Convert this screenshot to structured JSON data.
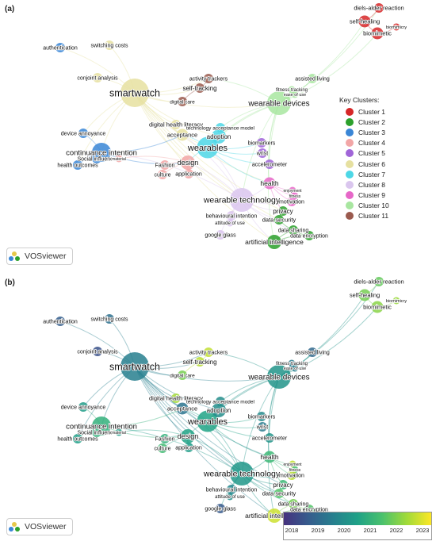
{
  "panels": [
    {
      "label": "(a)",
      "mode": "cluster",
      "badge": "VOSviewer"
    },
    {
      "label": "(b)",
      "mode": "year",
      "badge": "VOSviewer"
    }
  ],
  "legend": {
    "title": "Key Clusters:",
    "items": [
      {
        "label": "Cluster 1",
        "color": "#d62728"
      },
      {
        "label": "Cluster 2",
        "color": "#2ca02c"
      },
      {
        "label": "Cluster 3",
        "color": "#3a86d6"
      },
      {
        "label": "Cluster 4",
        "color": "#f2a6a6"
      },
      {
        "label": "Cluster 5",
        "color": "#a065d8"
      },
      {
        "label": "Cluster 6",
        "color": "#e6e0a0"
      },
      {
        "label": "Cluster 7",
        "color": "#4dd7e6"
      },
      {
        "label": "Cluster 8",
        "color": "#dac6ee"
      },
      {
        "label": "Cluster 9",
        "color": "#e667c8"
      },
      {
        "label": "Cluster 10",
        "color": "#a8e6a0"
      },
      {
        "label": "Cluster 11",
        "color": "#9a5a4e"
      }
    ]
  },
  "year_scale": {
    "ticks": [
      "2018",
      "2019",
      "2020",
      "2021",
      "2022",
      "2023"
    ],
    "colors": [
      "#46327e",
      "#365c8d",
      "#277f8e",
      "#1fa187",
      "#4ac16d",
      "#a0da39",
      "#fde725"
    ]
  },
  "chart_data": {
    "type": "network",
    "nodes": [
      {
        "id": "smartwatch",
        "label": "smartwatch",
        "cluster": 6,
        "year": 2019.6,
        "weight": 10
      },
      {
        "id": "wearable_devices",
        "label": "wearable devices",
        "cluster": 10,
        "year": 2020.2,
        "weight": 8
      },
      {
        "id": "wearable_technology",
        "label": "wearable technology",
        "cluster": 8,
        "year": 2020.3,
        "weight": 8
      },
      {
        "id": "wearables",
        "label": "wearables",
        "cluster": 7,
        "year": 2020.6,
        "weight": 7
      },
      {
        "id": "continuance_intention",
        "label": "continuance intention",
        "cluster": 3,
        "year": 2021.0,
        "weight": 6
      },
      {
        "id": "diels_alder",
        "label": "diels-alder reaction",
        "cluster": 1,
        "year": 2021.8,
        "weight": 2
      },
      {
        "id": "self_healing",
        "label": "self-healing",
        "cluster": 1,
        "year": 2022.0,
        "weight": 3
      },
      {
        "id": "biomimetic",
        "label": "biomimetic",
        "cluster": 1,
        "year": 2022.2,
        "weight": 3
      },
      {
        "id": "biomimicry",
        "label": "biomimicry",
        "cluster": 1,
        "year": 2022.4,
        "weight": 1
      },
      {
        "id": "authentication",
        "label": "authentication",
        "cluster": 3,
        "year": 2018.7,
        "weight": 2
      },
      {
        "id": "switching_costs",
        "label": "switching costs",
        "cluster": 6,
        "year": 2019.2,
        "weight": 2
      },
      {
        "id": "conjoint_analysis",
        "label": "conjoint analysis",
        "cluster": 6,
        "year": 2018.4,
        "weight": 2
      },
      {
        "id": "activity_trackers",
        "label": "activity trackers",
        "cluster": 11,
        "year": 2022.8,
        "weight": 2
      },
      {
        "id": "self_tracking",
        "label": "self-tracking",
        "cluster": 11,
        "year": 2022.7,
        "weight": 2
      },
      {
        "id": "digital_care",
        "label": "digital care",
        "cluster": 11,
        "year": 2022.0,
        "weight": 2
      },
      {
        "id": "assisted_living",
        "label": "assisted living",
        "cluster": 10,
        "year": 2019.0,
        "weight": 2
      },
      {
        "id": "fitness_tracking",
        "label": "fitness tracking",
        "cluster": 10,
        "year": 2019.5,
        "weight": 1
      },
      {
        "id": "ease_of_use",
        "label": "ease of use",
        "cluster": 10,
        "year": 2019.6,
        "weight": 1
      },
      {
        "id": "digital_health_literacy",
        "label": "digital health literacy",
        "cluster": 6,
        "year": 2022.5,
        "weight": 2
      },
      {
        "id": "technology_acceptance_model",
        "label": "technology acceptance model",
        "cluster": 7,
        "year": 2020.0,
        "weight": 2
      },
      {
        "id": "acceptance",
        "label": "acceptance",
        "cluster": 6,
        "year": 2019.3,
        "weight": 3
      },
      {
        "id": "adoption",
        "label": "adoption",
        "cluster": 7,
        "year": 2020.0,
        "weight": 4
      },
      {
        "id": "device_annoyance",
        "label": "device annoyance",
        "cluster": 3,
        "year": 2020.4,
        "weight": 2
      },
      {
        "id": "social_influence",
        "label": "Social influence",
        "cluster": 3,
        "year": 2021.0,
        "weight": 2
      },
      {
        "id": "material",
        "label": "material",
        "cluster": 4,
        "year": 2020.5,
        "weight": 1
      },
      {
        "id": "health_outcomes",
        "label": "health outcomes",
        "cluster": 3,
        "year": 2020.5,
        "weight": 2
      },
      {
        "id": "fashion",
        "label": "Fashion",
        "cluster": 4,
        "year": 2021.0,
        "weight": 2
      },
      {
        "id": "design",
        "label": "design",
        "cluster": 4,
        "year": 2020.6,
        "weight": 4
      },
      {
        "id": "culture",
        "label": "culture",
        "cluster": 4,
        "year": 2021.3,
        "weight": 2
      },
      {
        "id": "application",
        "label": "application",
        "cluster": 4,
        "year": 2020.4,
        "weight": 2
      },
      {
        "id": "biomarkers",
        "label": "biomarkers",
        "cluster": 5,
        "year": 2019.9,
        "weight": 2
      },
      {
        "id": "wrist",
        "label": "wrist",
        "cluster": 5,
        "year": 2019.5,
        "weight": 2
      },
      {
        "id": "accelerometer",
        "label": "accelerometer",
        "cluster": 5,
        "year": 2020.2,
        "weight": 2
      },
      {
        "id": "health",
        "label": "health",
        "cluster": 9,
        "year": 2021.2,
        "weight": 3
      },
      {
        "id": "enjoyment",
        "label": "enjoyment",
        "cluster": 9,
        "year": 2022.8,
        "weight": 1
      },
      {
        "id": "fitness",
        "label": "fitness",
        "cluster": 9,
        "year": 2021.4,
        "weight": 1
      },
      {
        "id": "motivation",
        "label": "motivation",
        "cluster": 9,
        "year": 2022.7,
        "weight": 2
      },
      {
        "id": "privacy",
        "label": "privacy",
        "cluster": 2,
        "year": 2021.2,
        "weight": 2
      },
      {
        "id": "data_security",
        "label": "data security",
        "cluster": 2,
        "year": 2021.6,
        "weight": 2
      },
      {
        "id": "behavioural_intention",
        "label": "behavioural intention",
        "cluster": 8,
        "year": 2019.8,
        "weight": 2
      },
      {
        "id": "attitude_of_use",
        "label": "attitude of use",
        "cluster": 8,
        "year": 2020.0,
        "weight": 1
      },
      {
        "id": "google_glass",
        "label": "google glass",
        "cluster": 8,
        "year": 2018.6,
        "weight": 2
      },
      {
        "id": "data_sharing",
        "label": "data sharing",
        "cluster": 2,
        "year": 2022.0,
        "weight": 2
      },
      {
        "id": "data_encryption",
        "label": "data encryption",
        "cluster": 2,
        "year": 2021.6,
        "weight": 2
      },
      {
        "id": "artificial_intelligence",
        "label": "artificial intelligence",
        "cluster": 2,
        "year": 2022.9,
        "weight": 4
      }
    ],
    "edges": [
      [
        "smartwatch",
        "wearable_devices"
      ],
      [
        "smartwatch",
        "wearable_technology"
      ],
      [
        "smartwatch",
        "wearables"
      ],
      [
        "smartwatch",
        "continuance_intention"
      ],
      [
        "smartwatch",
        "authentication"
      ],
      [
        "smartwatch",
        "switching_costs"
      ],
      [
        "smartwatch",
        "conjoint_analysis"
      ],
      [
        "smartwatch",
        "self_tracking"
      ],
      [
        "smartwatch",
        "activity_trackers"
      ],
      [
        "smartwatch",
        "digital_care"
      ],
      [
        "smartwatch",
        "acceptance"
      ],
      [
        "smartwatch",
        "adoption"
      ],
      [
        "smartwatch",
        "design"
      ],
      [
        "smartwatch",
        "device_annoyance"
      ],
      [
        "smartwatch",
        "health"
      ],
      [
        "smartwatch",
        "privacy"
      ],
      [
        "smartwatch",
        "data_security"
      ],
      [
        "smartwatch",
        "artificial_intelligence"
      ],
      [
        "smartwatch",
        "health_outcomes"
      ],
      [
        "smartwatch",
        "digital_health_literacy"
      ],
      [
        "wearable_devices",
        "self_healing"
      ],
      [
        "wearable_devices",
        "biomimetic"
      ],
      [
        "wearable_devices",
        "diels_alder"
      ],
      [
        "wearable_devices",
        "assisted_living"
      ],
      [
        "wearable_devices",
        "fitness_tracking"
      ],
      [
        "wearable_devices",
        "wearables"
      ],
      [
        "wearable_devices",
        "wearable_technology"
      ],
      [
        "wearable_devices",
        "adoption"
      ],
      [
        "wearable_devices",
        "activity_trackers"
      ],
      [
        "wearable_devices",
        "health"
      ],
      [
        "wearable_devices",
        "accelerometer"
      ],
      [
        "wearable_devices",
        "technology_acceptance_model"
      ],
      [
        "wearable_devices",
        "artificial_intelligence"
      ],
      [
        "wearable_technology",
        "wearables"
      ],
      [
        "wearable_technology",
        "design"
      ],
      [
        "wearable_technology",
        "health"
      ],
      [
        "wearable_technology",
        "privacy"
      ],
      [
        "wearable_technology",
        "data_security"
      ],
      [
        "wearable_technology",
        "behavioural_intention"
      ],
      [
        "wearable_technology",
        "google_glass"
      ],
      [
        "wearable_technology",
        "artificial_intelligence"
      ],
      [
        "wearable_technology",
        "continuance_intention"
      ],
      [
        "wearable_technology",
        "acceptance"
      ],
      [
        "wearable_technology",
        "data_sharing"
      ],
      [
        "wearable_technology",
        "motivation"
      ],
      [
        "wearables",
        "adoption"
      ],
      [
        "wearables",
        "biomarkers"
      ],
      [
        "wearables",
        "wrist"
      ],
      [
        "wearables",
        "accelerometer"
      ],
      [
        "wearables",
        "design"
      ],
      [
        "wearables",
        "acceptance"
      ],
      [
        "wearables",
        "technology_acceptance_model"
      ],
      [
        "wearables",
        "health"
      ],
      [
        "continuance_intention",
        "social_influence"
      ],
      [
        "continuance_intention",
        "health_outcomes"
      ],
      [
        "continuance_intention",
        "device_annoyance"
      ],
      [
        "continuance_intention",
        "acceptance"
      ],
      [
        "continuance_intention",
        "design"
      ],
      [
        "self_healing",
        "biomimetic"
      ],
      [
        "self_healing",
        "diels_alder"
      ],
      [
        "biomimetic",
        "biomimicry"
      ],
      [
        "health",
        "motivation"
      ],
      [
        "health",
        "enjoyment"
      ],
      [
        "health",
        "fitness"
      ],
      [
        "health",
        "privacy"
      ],
      [
        "privacy",
        "data_security"
      ],
      [
        "data_security",
        "data_sharing"
      ],
      [
        "data_sharing",
        "data_encryption"
      ],
      [
        "data_sharing",
        "artificial_intelligence"
      ],
      [
        "data_encryption",
        "artificial_intelligence"
      ],
      [
        "design",
        "fashion"
      ],
      [
        "design",
        "culture"
      ],
      [
        "design",
        "application"
      ],
      [
        "design",
        "material"
      ],
      [
        "behavioural_intention",
        "attitude_of_use"
      ],
      [
        "fitness_tracking",
        "ease_of_use"
      ],
      [
        "self_tracking",
        "activity_trackers"
      ],
      [
        "self_tracking",
        "digital_care"
      ]
    ]
  }
}
